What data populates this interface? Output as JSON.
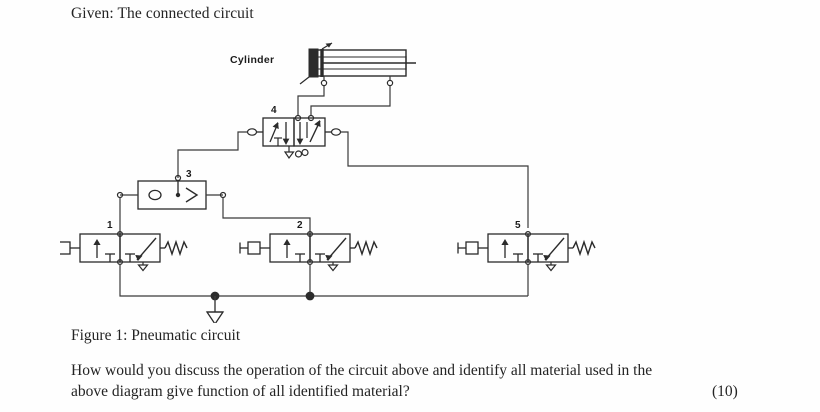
{
  "document": {
    "given_text": "Given: The connected circuit",
    "figure_caption": "Figure 1: Pneumatic circuit",
    "question_line_1": "How would you discuss the operation of the circuit above and identify all material used in the",
    "question_line_2": "above diagram give function of all identified material?",
    "question_marks": "(10)"
  },
  "figure": {
    "cylinder_label": "Cylinder",
    "components": [
      {
        "id": "1",
        "label": "1",
        "type": "3/2-way-valve-pushbutton-spring-return",
        "role": "start-signal-valve"
      },
      {
        "id": "2",
        "label": "2",
        "type": "3/2-way-valve-pushbutton-spring-return",
        "role": "start-signal-valve"
      },
      {
        "id": "3",
        "label": "3",
        "type": "shuttle-valve-or-function",
        "role": "signal-combination-valve"
      },
      {
        "id": "4",
        "label": "4",
        "type": "5/2-way-double-pilot-valve",
        "role": "cylinder-control-valve"
      },
      {
        "id": "5",
        "label": "5",
        "type": "3/2-way-valve-pushbutton-spring-return",
        "role": "return-signal-valve"
      }
    ],
    "supply": {
      "name": "compressed-air-supply",
      "symbol": "triangle"
    },
    "colors": {
      "line": "#3a3a3a",
      "symbol": "#2b2b2b",
      "background": "#ffffff",
      "text": "#232323"
    }
  }
}
